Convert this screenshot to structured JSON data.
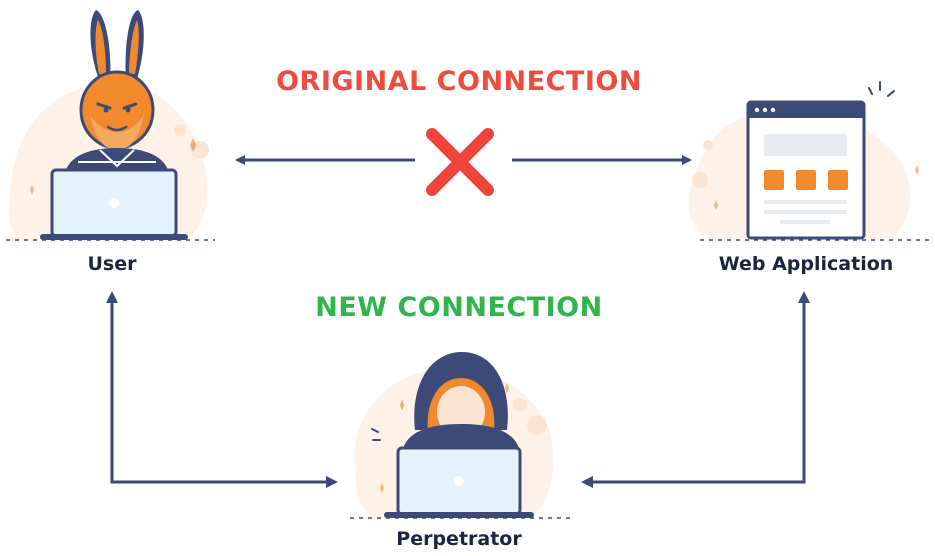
{
  "headings": {
    "original_connection": "ORIGINAL CONNECTION",
    "new_connection": "NEW CONNECTION"
  },
  "nodes": {
    "user": "User",
    "web_application": "Web Application",
    "perpetrator": "Perpetrator"
  },
  "colors": {
    "original_heading": "#f04b3c",
    "new_heading": "#2fb54c",
    "arrow": "#3d4a78",
    "label_text": "#1b2540",
    "accent_orange": "#f08a2c",
    "cross": "#f0443a",
    "screen": "#e3f2fc"
  },
  "icons": [
    "rabbit-user-icon",
    "laptop-icon",
    "browser-window-icon",
    "hooded-hacker-icon",
    "cross-icon"
  ]
}
